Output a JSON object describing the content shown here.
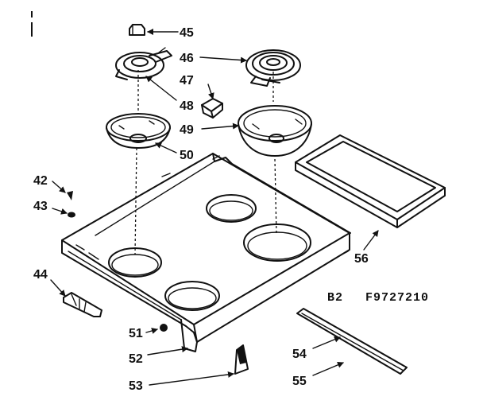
{
  "diagram": {
    "code_left": "B2",
    "code_right": "F9727210",
    "parts": [
      {
        "id": "45",
        "text": "45"
      },
      {
        "id": "46",
        "text": "46"
      },
      {
        "id": "47",
        "text": "47"
      },
      {
        "id": "48",
        "text": "48"
      },
      {
        "id": "49",
        "text": "49"
      },
      {
        "id": "50",
        "text": "50"
      },
      {
        "id": "42",
        "text": "42"
      },
      {
        "id": "43",
        "text": "43"
      },
      {
        "id": "44",
        "text": "44"
      },
      {
        "id": "51",
        "text": "51"
      },
      {
        "id": "52",
        "text": "52"
      },
      {
        "id": "53",
        "text": "53"
      },
      {
        "id": "54",
        "text": "54"
      },
      {
        "id": "55",
        "text": "55"
      },
      {
        "id": "56",
        "text": "56"
      }
    ]
  }
}
